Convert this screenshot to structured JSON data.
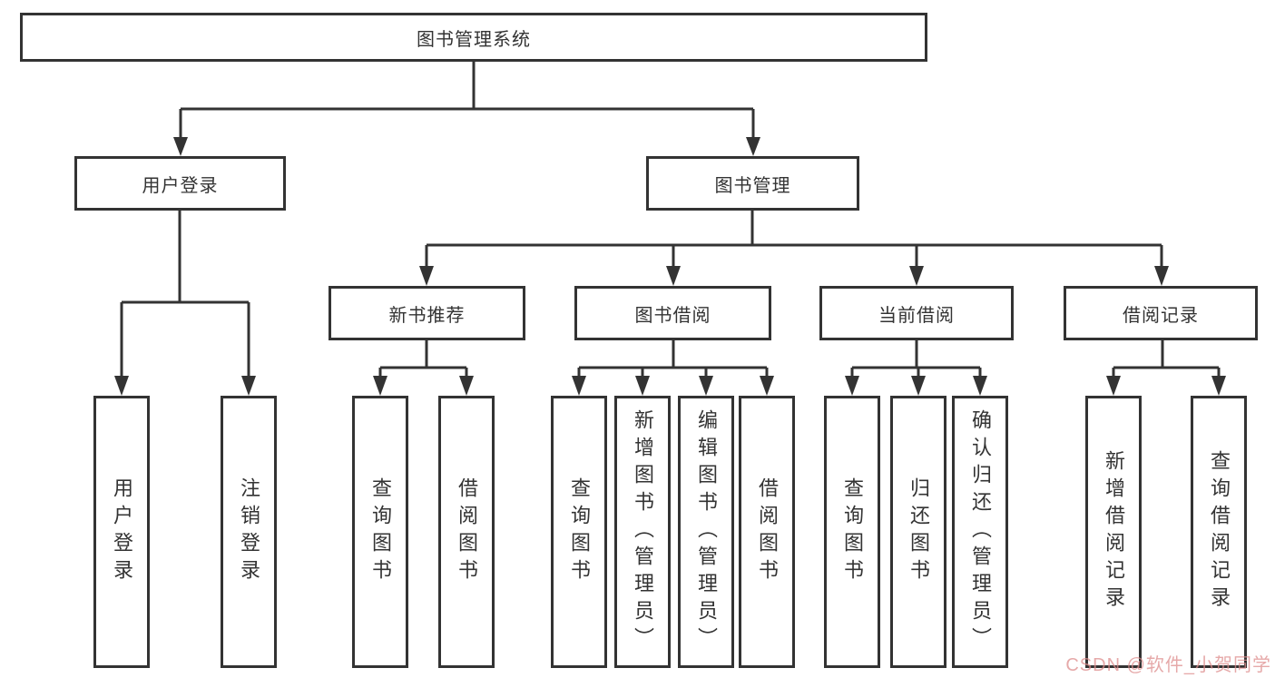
{
  "diagram": {
    "type": "hierarchy-tree",
    "colors": {
      "background": "#ffffff",
      "box_border": "#333333",
      "box_fill": "#ffffff",
      "text": "#333333",
      "connector": "#333333",
      "watermark": "#de8c8c"
    },
    "root": {
      "label": "图书管理系统"
    },
    "level2": {
      "user_login": {
        "label": "用户登录"
      },
      "book_mgmt": {
        "label": "图书管理"
      }
    },
    "level3": {
      "new_book_rec": {
        "label": "新书推荐"
      },
      "book_borrow": {
        "label": "图书借阅"
      },
      "current_borrow": {
        "label": "当前借阅"
      },
      "borrow_records": {
        "label": "借阅记录"
      }
    },
    "leaves": {
      "user_login_leaf": {
        "label": "用户登录",
        "parent": "用户登录"
      },
      "logout_leaf": {
        "label": "注销登录",
        "parent": "用户登录"
      },
      "query_book_1": {
        "label": "查询图书",
        "parent": "新书推荐"
      },
      "borrow_book_1": {
        "label": "借阅图书",
        "parent": "新书推荐"
      },
      "query_book_2": {
        "label": "查询图书",
        "parent": "图书借阅"
      },
      "add_book": {
        "label": "新增图书（管理员）",
        "parent": "图书借阅"
      },
      "edit_book": {
        "label": "编辑图书（管理员）",
        "parent": "图书借阅"
      },
      "borrow_book_2": {
        "label": "借阅图书",
        "parent": "图书借阅"
      },
      "query_book_3": {
        "label": "查询图书",
        "parent": "当前借阅"
      },
      "return_book": {
        "label": "归还图书",
        "parent": "当前借阅"
      },
      "confirm_return": {
        "label": "确认归还（管理员）",
        "parent": "当前借阅"
      },
      "add_record": {
        "label": "新增借阅记录",
        "parent": "借阅记录"
      },
      "query_record": {
        "label": "查询借阅记录",
        "parent": "借阅记录"
      }
    },
    "watermark": "CSDN @软件_小贺同学"
  }
}
